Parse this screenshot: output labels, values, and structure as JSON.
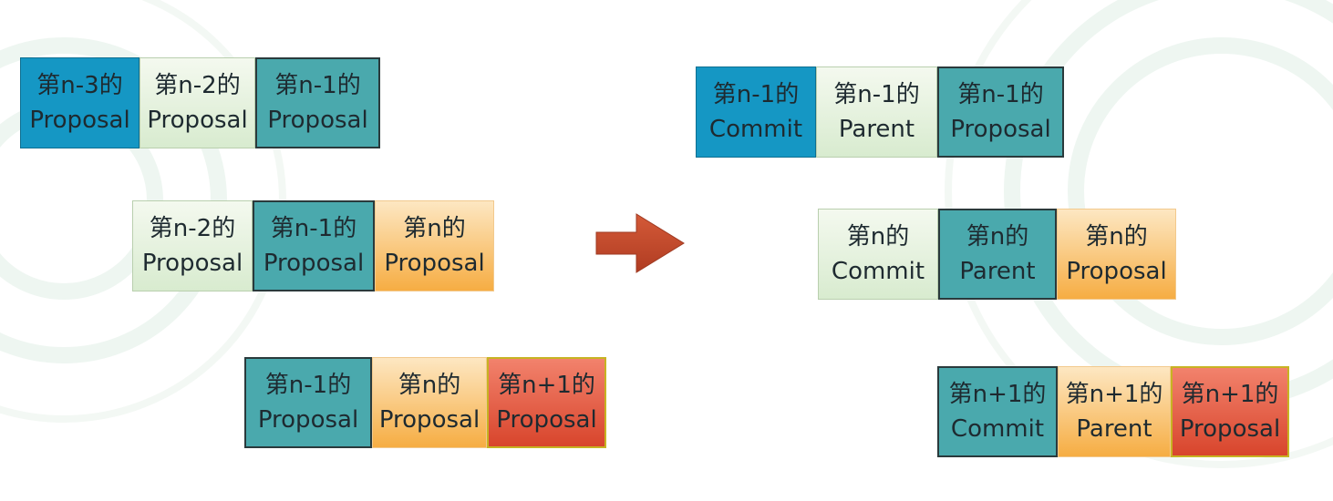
{
  "colors": {
    "blue": "#1597c4",
    "teal": "#4aa9ad",
    "pale_green": "#dcedd3",
    "orange": "#f6ad43",
    "red": "#d8452c",
    "arrow": "#c24a2c"
  },
  "left": {
    "row1": [
      {
        "line1": "第n-3的",
        "line2": "Proposal"
      },
      {
        "line1": "第n-2的",
        "line2": "Proposal"
      },
      {
        "line1": "第n-1的",
        "line2": "Proposal"
      }
    ],
    "row2": [
      {
        "line1": "第n-2的",
        "line2": "Proposal"
      },
      {
        "line1": "第n-1的",
        "line2": "Proposal"
      },
      {
        "line1": "第n的",
        "line2": "Proposal"
      }
    ],
    "row3": [
      {
        "line1": "第n-1的",
        "line2": "Proposal"
      },
      {
        "line1": "第n的",
        "line2": "Proposal"
      },
      {
        "line1": "第n+1的",
        "line2": "Proposal"
      }
    ]
  },
  "arrow": {
    "icon": "right-arrow-icon"
  },
  "right": {
    "row1": [
      {
        "line1": "第n-1的",
        "line2": "Commit"
      },
      {
        "line1": "第n-1的",
        "line2": "Parent"
      },
      {
        "line1": "第n-1的",
        "line2": "Proposal"
      }
    ],
    "row2": [
      {
        "line1": "第n的",
        "line2": "Commit"
      },
      {
        "line1": "第n的",
        "line2": "Parent"
      },
      {
        "line1": "第n的",
        "line2": "Proposal"
      }
    ],
    "row3": [
      {
        "line1": "第n+1的",
        "line2": "Commit"
      },
      {
        "line1": "第n+1的",
        "line2": "Parent"
      },
      {
        "line1": "第n+1的",
        "line2": "Proposal"
      }
    ]
  }
}
